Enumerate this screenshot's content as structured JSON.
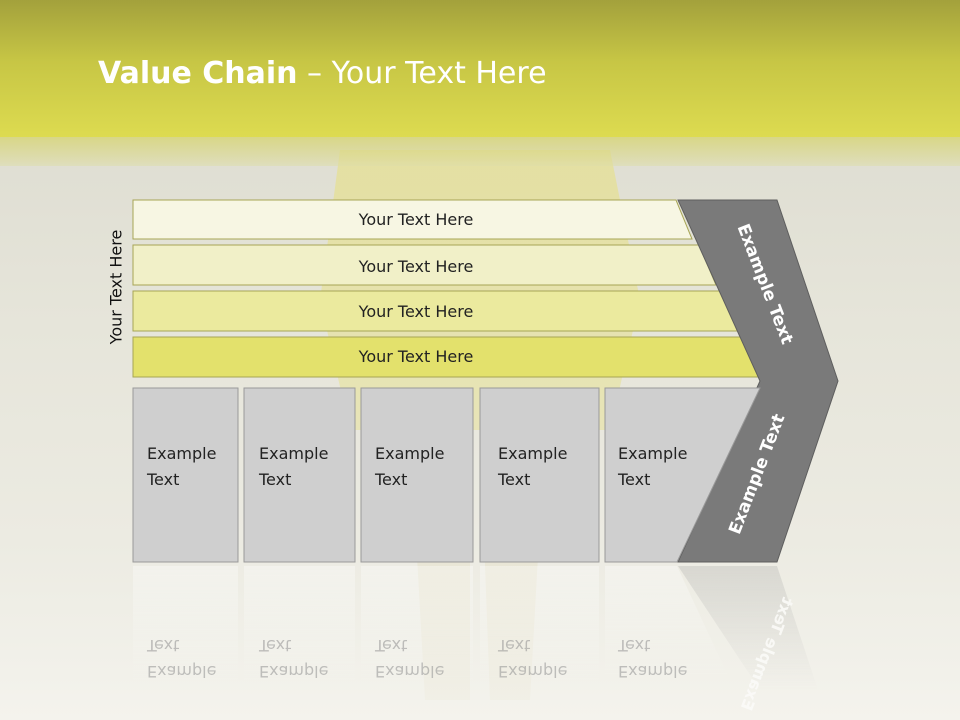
{
  "title": {
    "bold": "Value Chain",
    "rest": " – Your Text Here"
  },
  "side_label": "Your Text Here",
  "rows": [
    {
      "label": "Your Text Here",
      "fill": "#f7f6e3"
    },
    {
      "label": "Your Text Here",
      "fill": "#f1f0c8"
    },
    {
      "label": "Your Text Here",
      "fill": "#ebea9e"
    },
    {
      "label": "Your Text Here",
      "fill": "#e3e16c"
    }
  ],
  "boxes": [
    {
      "line1": "Example",
      "line2": "Text"
    },
    {
      "line1": "Example",
      "line2": "Text"
    },
    {
      "line1": "Example",
      "line2": "Text"
    },
    {
      "line1": "Example",
      "line2": "Text"
    },
    {
      "line1": "Example",
      "line2": "Text"
    }
  ],
  "chevron": {
    "upper_label": "Example Text",
    "lower_label": "Example Text",
    "fill": "#7a7a7a"
  },
  "colors": {
    "header": "#d4d24a",
    "box_fill": "#cfcfcf",
    "box_stroke": "#9a9a9a"
  }
}
